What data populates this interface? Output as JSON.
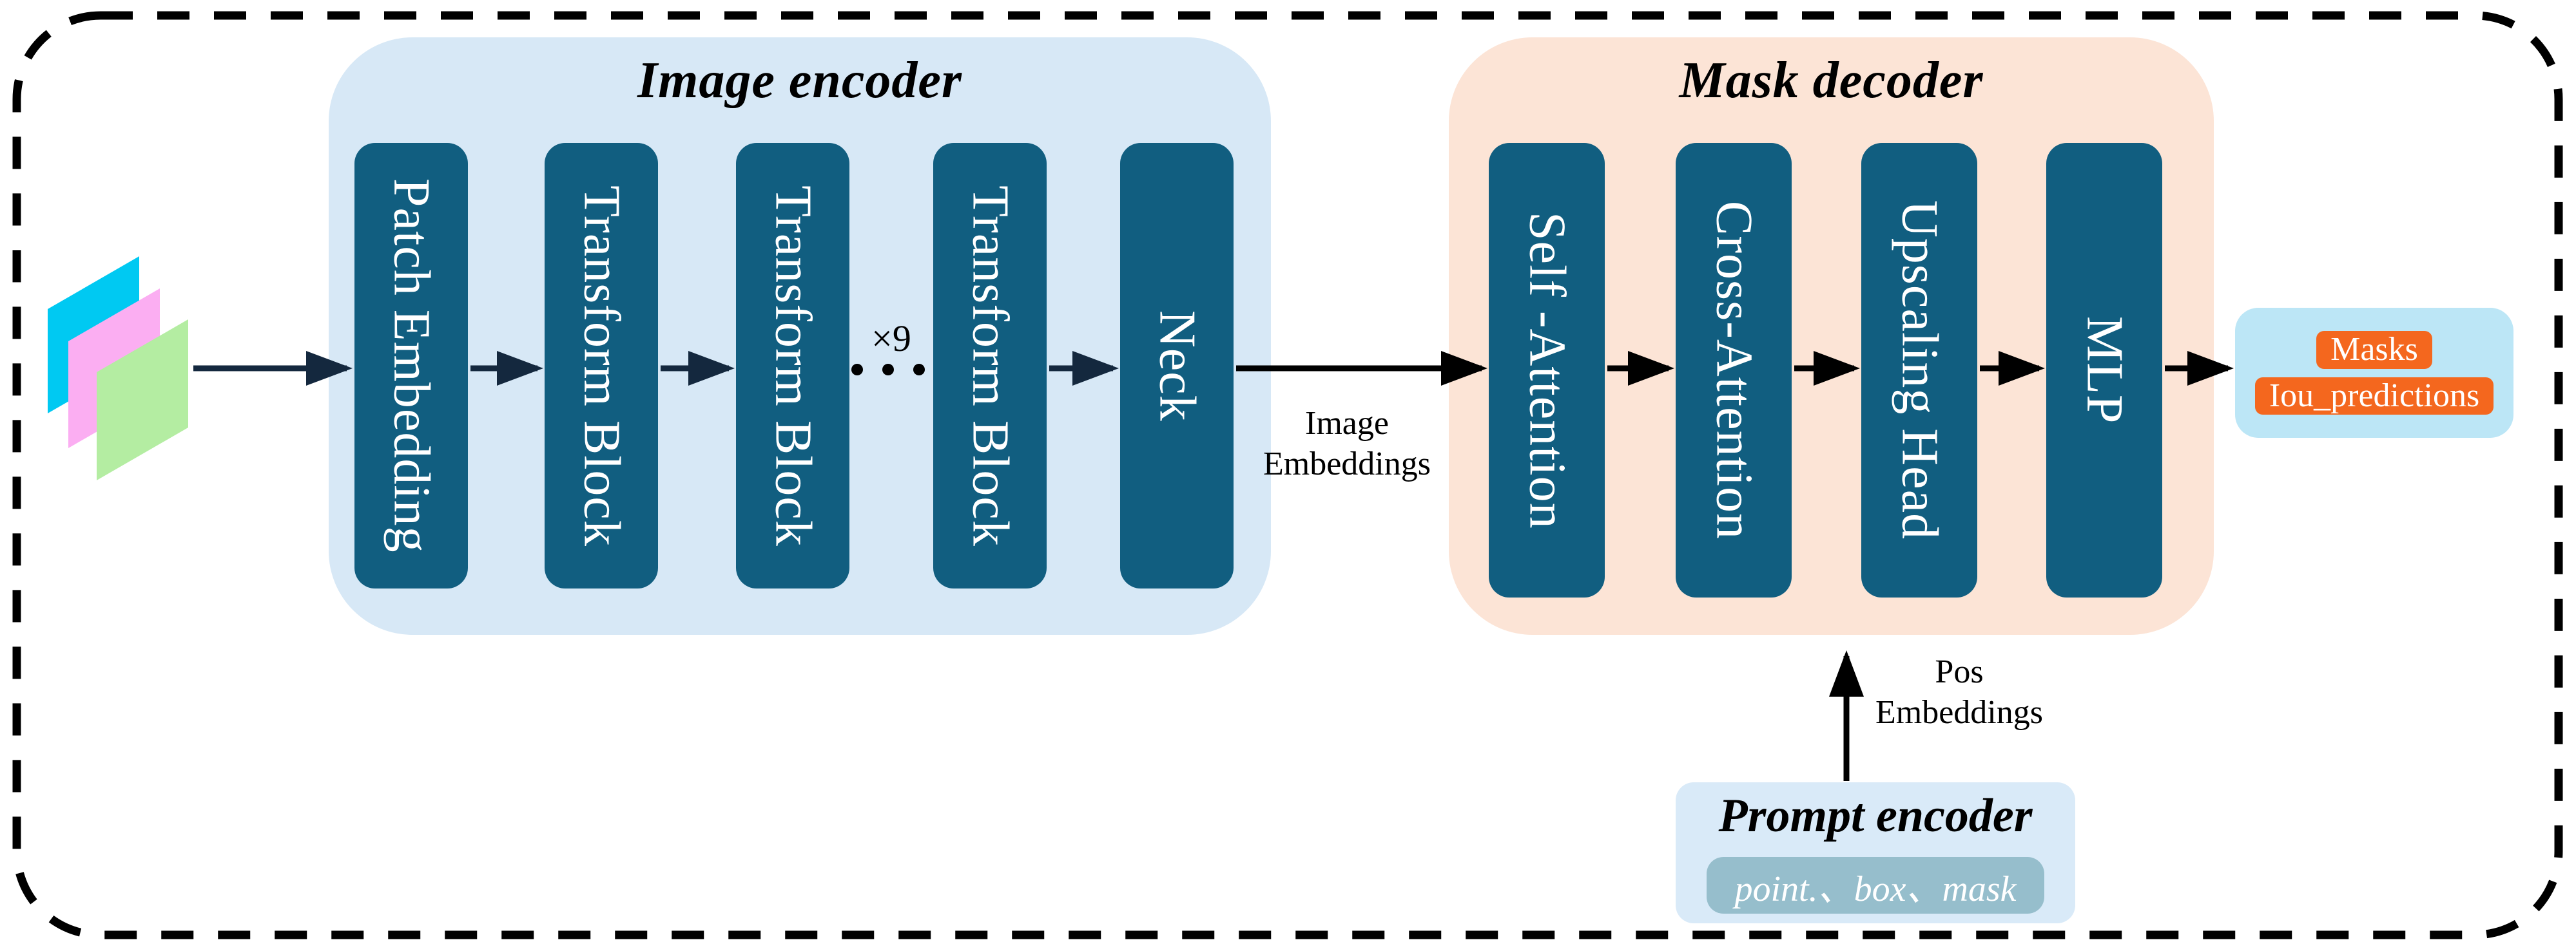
{
  "image_encoder": {
    "title": "Image encoder",
    "blocks": [
      "Patch Embedding",
      "Transform Block",
      "Transform Block",
      "Transform Block",
      "Neck"
    ],
    "repeat_label": "×9"
  },
  "mask_decoder": {
    "title": "Mask decoder",
    "blocks": [
      "Self -Attention",
      "Cross-Attention",
      "Upscaling Head",
      "MLP"
    ]
  },
  "labels": {
    "image_embeddings_line1": "Image",
    "image_embeddings_line2": "Embeddings",
    "pos_embeddings_line1": "Pos",
    "pos_embeddings_line2": "Embeddings"
  },
  "output": {
    "masks": "Masks",
    "iou": "Iou_predictions"
  },
  "prompt_encoder": {
    "title": "Prompt encoder",
    "items": "point.、box、mask"
  },
  "colors": {
    "encoder_bg": "#d7e8f6",
    "decoder_bg": "#fce4d6",
    "block_fill": "#115e80",
    "block_text": "#ffffff",
    "output_bg": "#bce6f6",
    "badge_orange": "#f4671e",
    "prompt_bg": "#d9eaf8",
    "pill_bg": "#96becc",
    "arrow_navy": "#14283e",
    "arrow_black": "#000000",
    "layer_cyan": "#00c9f2",
    "layer_pink": "#fbaef2",
    "layer_green": "#b4eda2",
    "title_text": "#000000"
  }
}
